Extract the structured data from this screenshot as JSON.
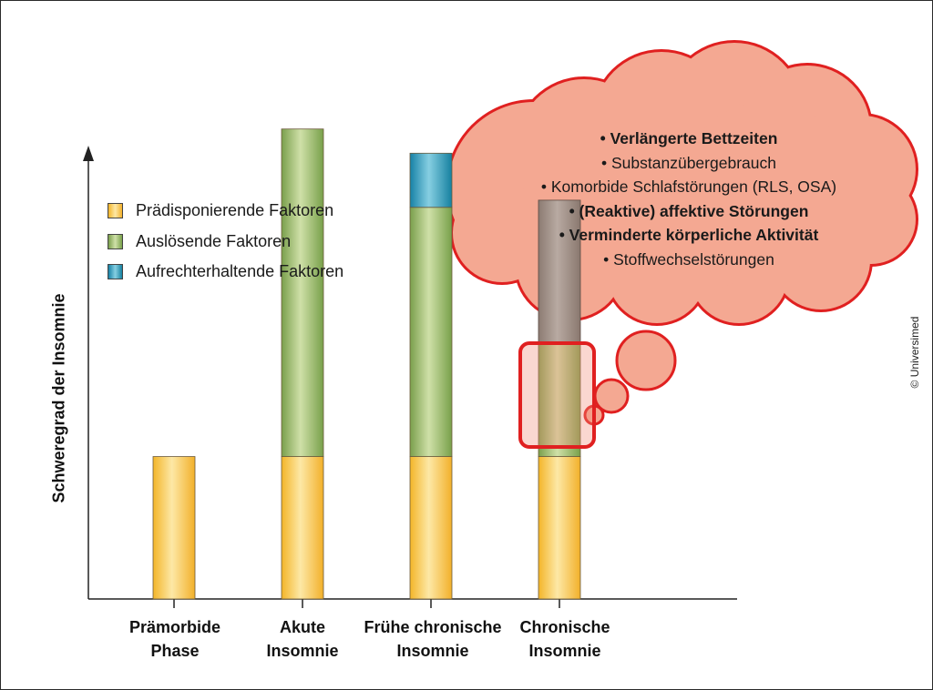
{
  "chart_data": {
    "type": "bar",
    "stacked": true,
    "ylabel": "Schweregrad der Insomnie",
    "categories": [
      [
        "Prämorbide",
        "Phase"
      ],
      [
        "Akute",
        "Insomnie"
      ],
      [
        "Frühe chronische",
        "Insomnie"
      ],
      [
        "Chronische",
        "Insomnie"
      ]
    ],
    "series": [
      {
        "name": "Prädisponierende Faktoren",
        "color": "#f6c03a",
        "values": [
          1,
          1,
          1,
          1
        ]
      },
      {
        "name": "Auslösende Faktoren",
        "color": "#88ab5a",
        "values": [
          0,
          2.3,
          1.75,
          0.8
        ]
      },
      {
        "name": "Aufrechterhaltende Faktoren",
        "color": "#1f8fb5",
        "values": [
          0,
          0,
          0.38,
          0
        ]
      }
    ],
    "highlight": {
      "category_index": 3,
      "value": 1,
      "color": "#9e8a80"
    },
    "ylim": [
      0,
      3.1
    ],
    "grid": false,
    "legend_position": "top-left"
  },
  "bubble": {
    "items": [
      {
        "text": "• Verlängerte Bettzeiten",
        "bold": true
      },
      {
        "text": "• Substanzübergebrauch",
        "bold": false
      },
      {
        "text": "• Komorbide Schlafstörungen (RLS, OSA)",
        "bold": false
      },
      {
        "text": "• (Reaktive) affektive Störungen",
        "bold": true
      },
      {
        "text": "• Verminderte körperliche Aktivität",
        "bold": true
      },
      {
        "text": "• Stoffwechselstörungen",
        "bold": false
      }
    ],
    "fill": "#f4a892",
    "stroke": "#e02020"
  },
  "copyright": "© Universimed"
}
